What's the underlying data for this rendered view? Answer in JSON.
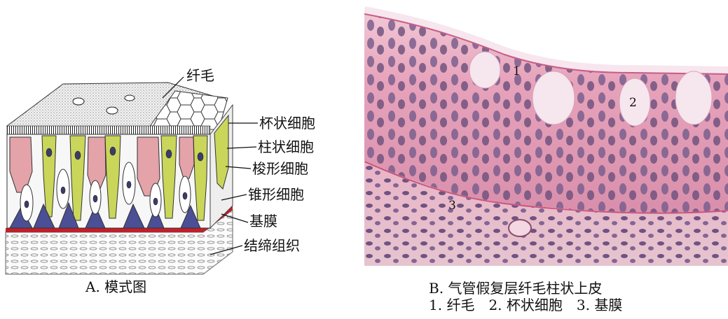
{
  "panel_a": {
    "caption": "A. 模式图",
    "labels": {
      "cilia": "纤毛",
      "goblet": "杯状细胞",
      "columnar": "柱状细胞",
      "fusiform": "梭形细胞",
      "cone": "锥形细胞",
      "basement": "基膜",
      "connective": "结缔组织"
    }
  },
  "panel_b": {
    "caption_line1": "B. 气管假复层纤毛柱状上皮",
    "caption_line2": "1. 纤毛　2. 杯状细胞　3. 基膜",
    "markers": {
      "m1": "1",
      "m2": "2",
      "m3": "3"
    }
  },
  "colors": {
    "goblet": "#e3a3a8",
    "columnar": "#c9d65a",
    "basal": "#4a4f96",
    "basement": "#c0202a",
    "histo_bg": "#e8a7ba",
    "nucleus": "#6a4f7c"
  }
}
